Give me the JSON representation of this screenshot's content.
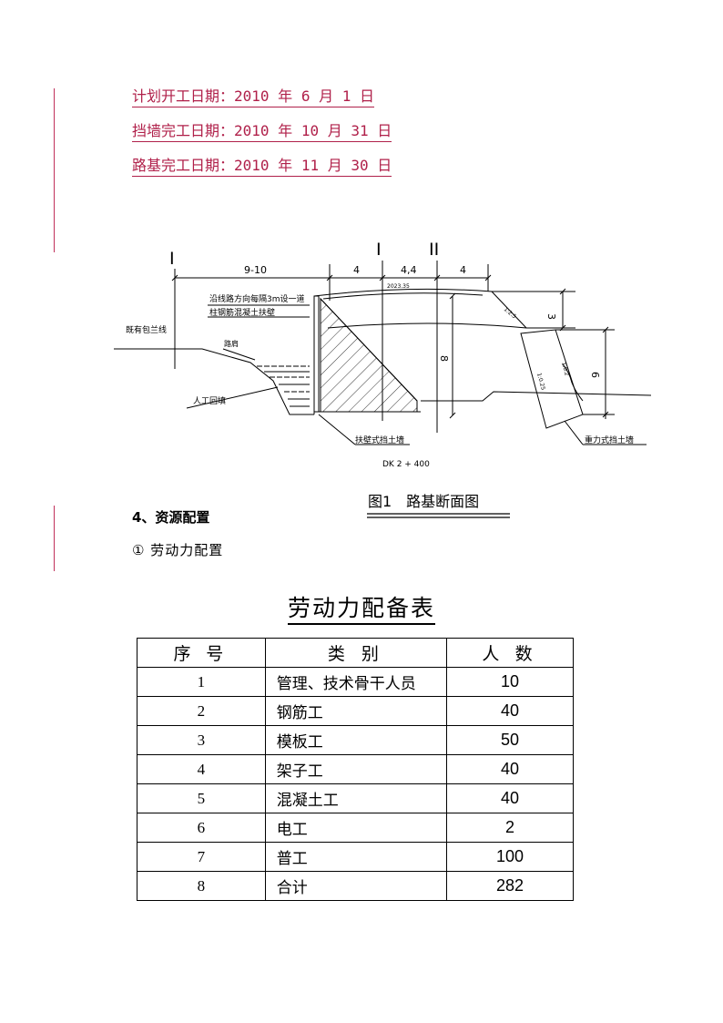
{
  "dates": [
    {
      "label": "计划开工日期：",
      "value": "2010 年 6 月 1 日"
    },
    {
      "label": "挡墙完工日期：",
      "value": "2010 年 10 月 31 日"
    },
    {
      "label": "路基完工日期：",
      "value": "2010 年 11 月 30 日"
    }
  ],
  "figure": {
    "marks": {
      "left_I": "I",
      "mid_I": "I",
      "mid_II": "II"
    },
    "dims": {
      "d1": "9-10",
      "d2": "4",
      "d3": "4,4",
      "d4": "4",
      "d5": "3",
      "d6": "8",
      "d7": "6",
      "level": "2023.35",
      "slope1": "1:2.5",
      "slope2": "1:0.2",
      "slope3": "1:0.25"
    },
    "labels": {
      "note1": "沿线路方向每隔3m设一道",
      "note2": "柱钢筋混凝土扶壁",
      "existing": "既有包兰线",
      "shoulder": "路肩",
      "backfill": "人工回填",
      "wall1": "扶壁式挡土墙",
      "wall2": "重力式挡土墙",
      "station": "DK 2 + 400"
    },
    "caption": "图1　路基断面图"
  },
  "section": {
    "heading": "4、资源配置",
    "sub": "① 劳动力配置"
  },
  "table": {
    "title": "劳动力配备表",
    "headers": [
      "序 号",
      "类 别",
      "人 数"
    ],
    "rows": [
      {
        "no": "1",
        "type": "管理、技术骨干人员",
        "count": "10"
      },
      {
        "no": "2",
        "type": "钢筋工",
        "count": "40"
      },
      {
        "no": "3",
        "type": "模板工",
        "count": "50"
      },
      {
        "no": "4",
        "type": "架子工",
        "count": "40"
      },
      {
        "no": "5",
        "type": "混凝土工",
        "count": "40"
      },
      {
        "no": "6",
        "type": "电工",
        "count": "2"
      },
      {
        "no": "7",
        "type": "普工",
        "count": "100"
      },
      {
        "no": "8",
        "type": "合计",
        "count": "282"
      }
    ]
  },
  "colors": {
    "accent": "#b0204a",
    "margin_bar": "#c0305a"
  }
}
